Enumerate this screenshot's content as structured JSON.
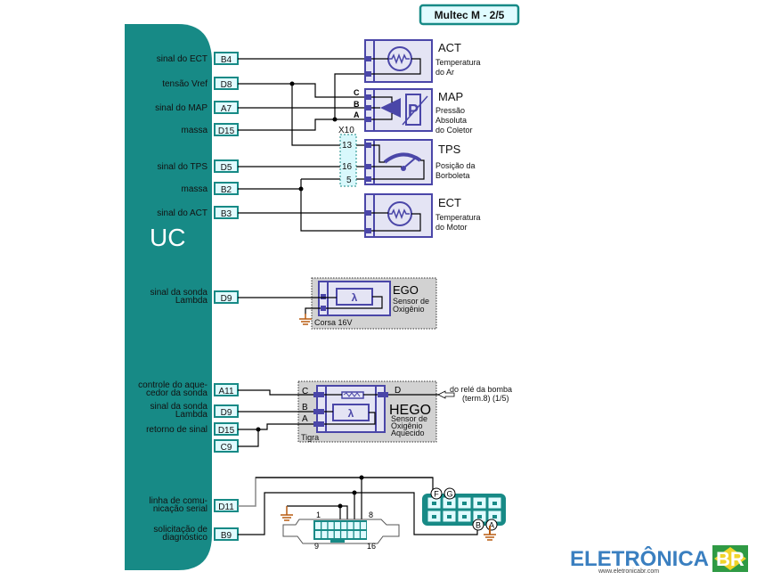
{
  "title_badge": "Multec M - 2/5",
  "uc_label": "UC",
  "colors": {
    "uc_body": "#178a86",
    "sensor_stroke": "#4a46a8",
    "sensor_fill": "#e4e4f4",
    "pin_box_fill": "#e0fbff",
    "ground": "#b85a10",
    "optional_box": "#d2d2d2"
  },
  "uc_pins": [
    {
      "label": "sinal do ECT",
      "pin": "B4"
    },
    {
      "label": "tensão Vref",
      "pin": "D8"
    },
    {
      "label": "sinal do MAP",
      "pin": "A7"
    },
    {
      "label": "massa",
      "pin": "D15"
    },
    {
      "label": "sinal do TPS",
      "pin": "D5"
    },
    {
      "label": "massa",
      "pin": "B2"
    },
    {
      "label": "sinal do ACT",
      "pin": "B3"
    },
    {
      "label": "sinal da sonda Lambda",
      "label_lines": [
        "sinal da sonda",
        "Lambda"
      ],
      "pin": "D9"
    },
    {
      "label": "controle do aquecedor da sonda",
      "label_lines": [
        "controle do aque-",
        "cedor da sonda"
      ],
      "pin": "A11"
    },
    {
      "label": "sinal da sonda Lambda",
      "label_lines": [
        "sinal da sonda",
        "Lambda"
      ],
      "pin": "D9"
    },
    {
      "label": "retorno de sinal",
      "label_lines": [
        "retorno de sinal"
      ],
      "pin": "D15"
    },
    {
      "label": "",
      "label_lines": [],
      "pin": "C9"
    },
    {
      "label": "linha de comunicação serial",
      "label_lines": [
        "linha de comu-",
        "nicação serial"
      ],
      "pin": "D11"
    },
    {
      "label": "solicitação de diagnóstico",
      "label_lines": [
        "solicitação de",
        "diagnóstico"
      ],
      "pin": "B9"
    }
  ],
  "sensors": {
    "act": {
      "name": "ACT",
      "desc": [
        "Temperatura",
        "do Ar"
      ]
    },
    "map": {
      "name": "MAP",
      "desc": [
        "Pressão",
        "Absoluta",
        "do Coletor"
      ],
      "pins": [
        "C",
        "B",
        "A"
      ]
    },
    "tps": {
      "name": "TPS",
      "desc": [
        "Posição da",
        "Borboleta"
      ]
    },
    "ect": {
      "name": "ECT",
      "desc": [
        "Temperatura",
        "do Motor"
      ]
    },
    "ego": {
      "name": "EGO",
      "desc": [
        "Sensor de",
        "Oxigênio"
      ],
      "vehicle": "Corsa 16V",
      "symbol": "λ"
    },
    "hego": {
      "name": "HEGO",
      "desc": [
        "Sensor de",
        "Oxigênio",
        "Aquecido"
      ],
      "vehicle": "Tigra",
      "symbol": "λ",
      "pins": [
        "C",
        "B",
        "A",
        "D"
      ]
    }
  },
  "connector_x10": {
    "name": "X10",
    "pins": [
      "13",
      "16",
      "5"
    ]
  },
  "relay_note": [
    "do relé da bomba",
    "(term.8) (1/5)"
  ],
  "obd_connector": {
    "pin_labels": [
      "1",
      "8",
      "9",
      "16"
    ]
  },
  "aldl_connector": {
    "pin_labels": [
      "F",
      "G",
      "B",
      "A"
    ]
  },
  "watermark": {
    "brand": "ELETRÔNICA",
    "brand_suffix": "BR",
    "url": "www.eletronicabr.com"
  }
}
